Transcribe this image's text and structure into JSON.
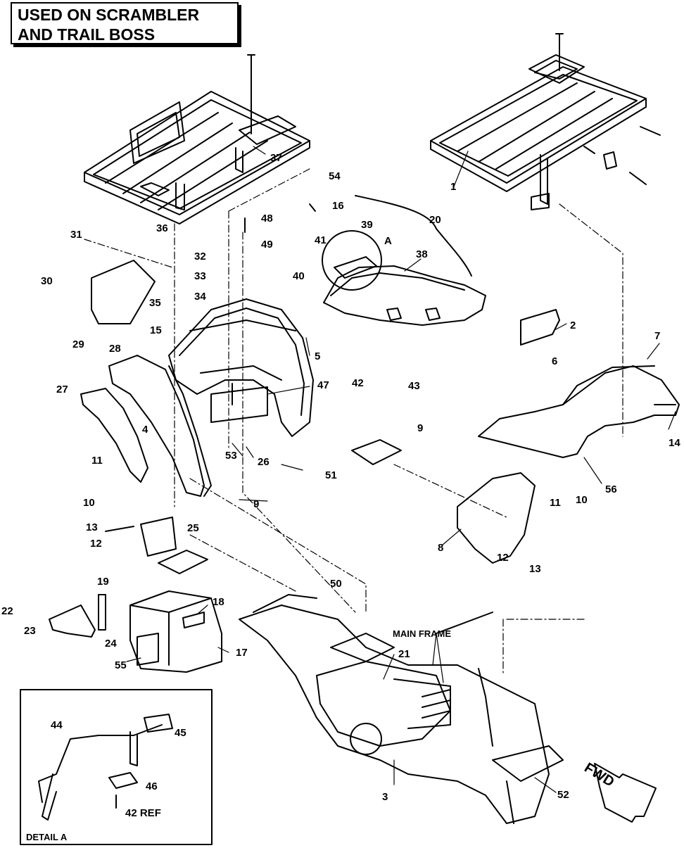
{
  "title": {
    "line1": "USED ON SCRAMBLER",
    "line2": "AND TRAIL BOSS"
  },
  "detail_label": "DETAIL A",
  "main_frame_label": "MAIN FRAME",
  "fwd_label": "FWD",
  "callout_a": "A",
  "ref_label": "42 REF",
  "callouts": {
    "c1": "1",
    "c2": "2",
    "c3": "3",
    "c4": "4",
    "c5": "5",
    "c6": "6",
    "c7": "7",
    "c8": "8",
    "c9a": "9",
    "c9b": "9",
    "c10a": "10",
    "c10b": "10",
    "c11a": "11",
    "c11b": "11",
    "c12a": "12",
    "c12b": "12",
    "c13a": "13",
    "c13b": "13",
    "c14": "14",
    "c15": "15",
    "c16": "16",
    "c17": "17",
    "c18": "18",
    "c19": "19",
    "c20": "20",
    "c21": "21",
    "c22": "22",
    "c23": "23",
    "c24": "24",
    "c25": "25",
    "c26": "26",
    "c27": "27",
    "c28": "28",
    "c29": "29",
    "c30": "30",
    "c31": "31",
    "c32": "32",
    "c33": "33",
    "c34": "34",
    "c35": "35",
    "c36": "36",
    "c37": "37",
    "c38": "38",
    "c39": "39",
    "c40": "40",
    "c41": "41",
    "c42": "42",
    "c43": "43",
    "c44": "44",
    "c45": "45",
    "c46": "46",
    "c47": "47",
    "c48": "48",
    "c49": "49",
    "c50": "50",
    "c51": "51",
    "c52": "52",
    "c53": "53",
    "c54": "54",
    "c55": "55",
    "c56": "56"
  }
}
